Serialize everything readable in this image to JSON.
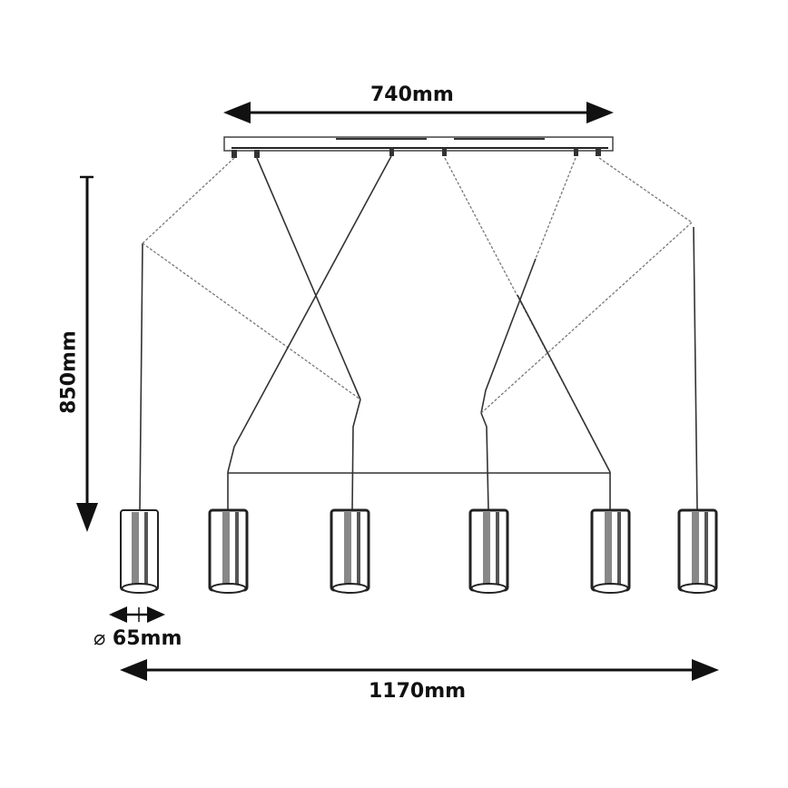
{
  "diagram": {
    "title": "Pendant lamp dimension drawing",
    "subject": "6-light pendant with crossed suspension wires and cylindrical shades",
    "dimensions": {
      "canopy_width": "740mm",
      "total_height": "850mm",
      "shade_diameter": "65mm",
      "diameter_symbol": "⌀",
      "total_width": "1170mm"
    },
    "shade_count": 6,
    "colors": {
      "line": "#111111",
      "background": "#ffffff"
    }
  }
}
